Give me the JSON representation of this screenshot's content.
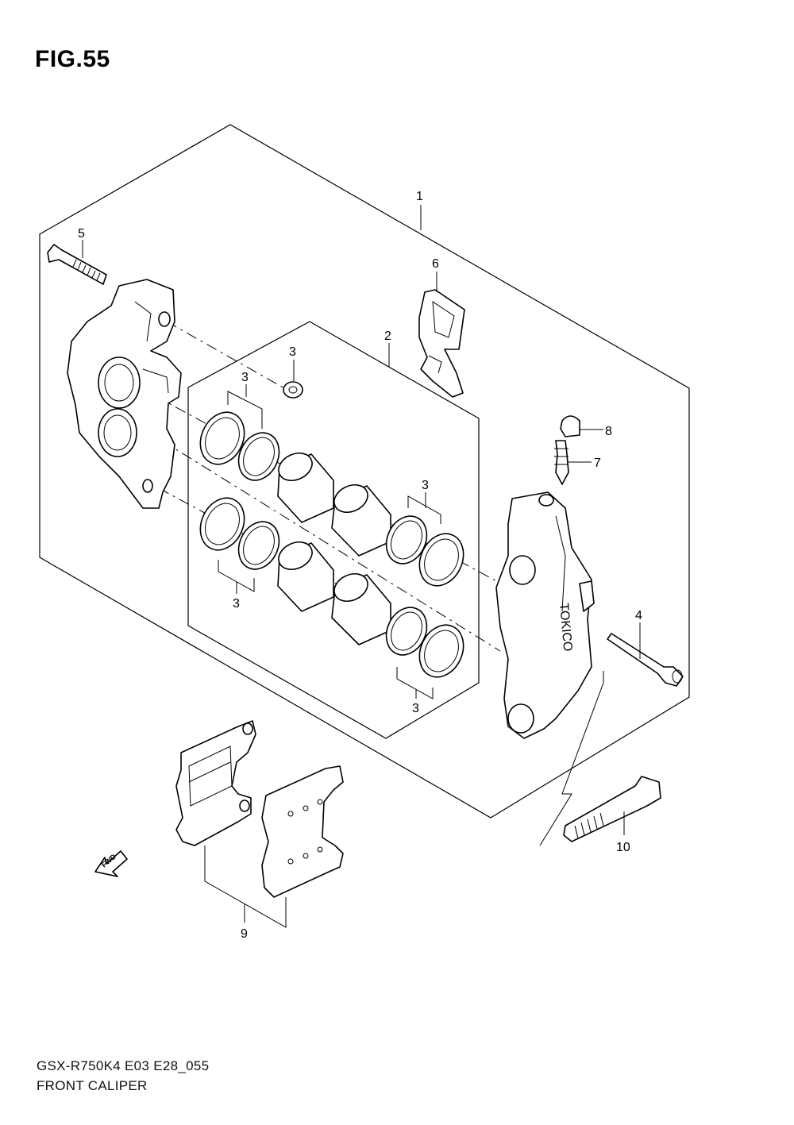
{
  "figure": {
    "title": "FIG.55"
  },
  "footer": {
    "model_code": "GSX-R750K4 E03 E28_055",
    "section_title": "FRONT CALIPER"
  },
  "callouts": [
    "1",
    "2",
    "3",
    "3",
    "3",
    "3",
    "3",
    "4",
    "5",
    "6",
    "7",
    "8",
    "9",
    "10"
  ],
  "direction_arrow": {
    "label": "FWD"
  },
  "caliper_brand_text": "TOKICO"
}
